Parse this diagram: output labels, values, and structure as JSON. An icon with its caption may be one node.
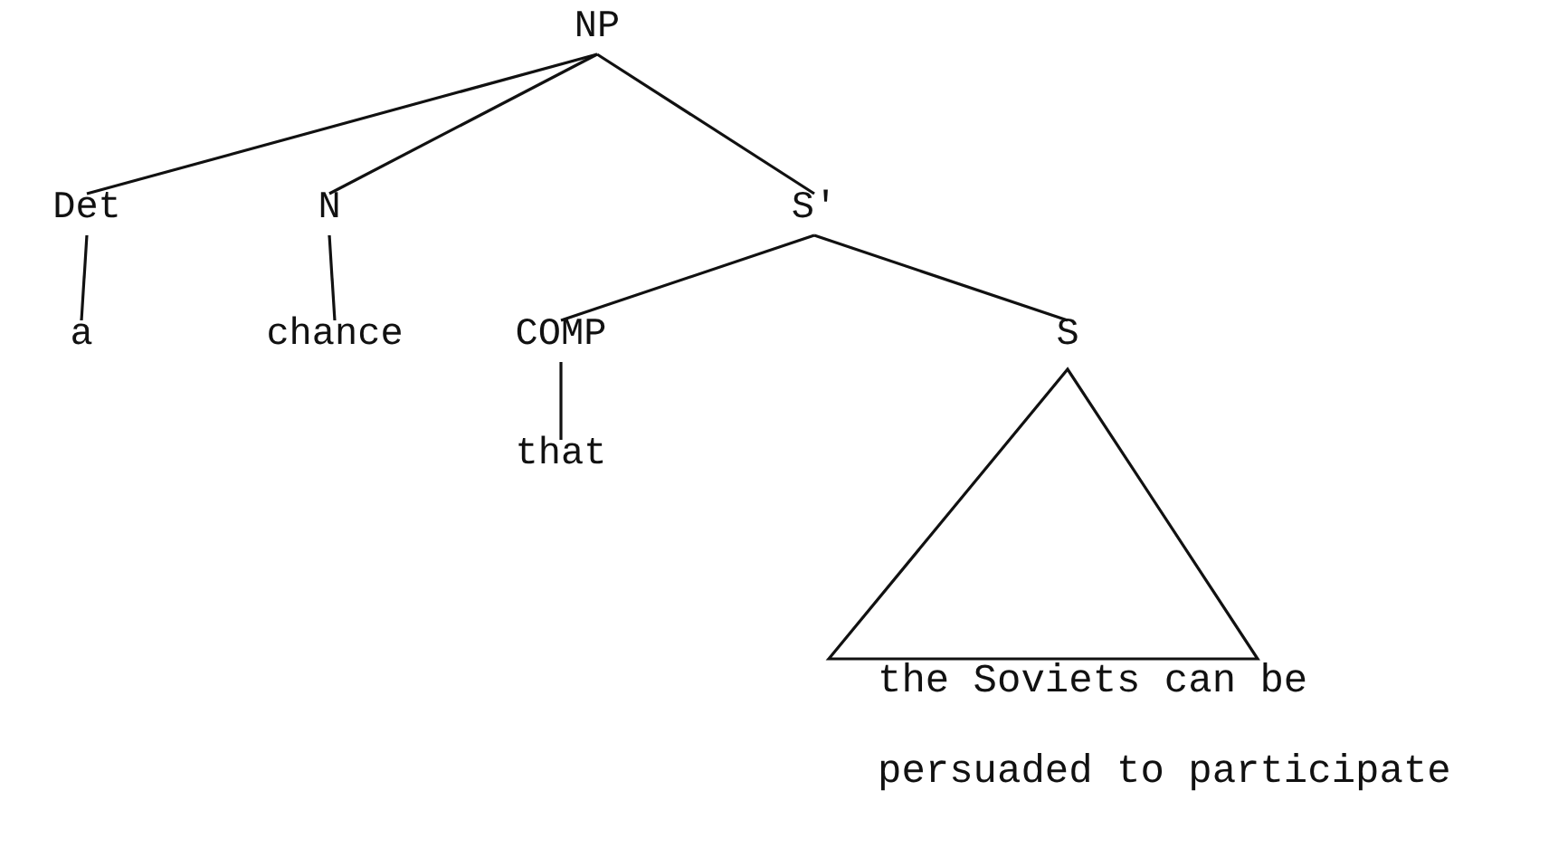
{
  "diagram": {
    "nodes": [
      {
        "text": [
          "NP"
        ]
      },
      {
        "text": [
          "Det"
        ]
      },
      {
        "text": [
          "N"
        ]
      },
      {
        "text": [
          "S'"
        ]
      },
      {
        "text": [
          "a"
        ]
      },
      {
        "text": [
          "chance"
        ]
      },
      {
        "text": [
          "COMP"
        ]
      },
      {
        "text": [
          "S"
        ]
      },
      {
        "text": [
          "that"
        ]
      },
      {
        "text": [
          "the Soviets can be persuaded to participate"
        ]
      }
    ],
    "edges": [
      {
        "from": 0,
        "to": 1,
        "arrow": "none"
      },
      {
        "from": 0,
        "to": 2,
        "arrow": "none"
      },
      {
        "from": 0,
        "to": 3,
        "arrow": "none"
      },
      {
        "from": 1,
        "to": 4,
        "arrow": "none"
      },
      {
        "from": 2,
        "to": 5,
        "arrow": "none"
      },
      {
        "from": 3,
        "to": 6,
        "arrow": "none"
      },
      {
        "from": 3,
        "to": 7,
        "arrow": "none"
      },
      {
        "from": 6,
        "to": 8,
        "arrow": "none"
      },
      {
        "from": 7,
        "to": 9,
        "arrow": "none"
      }
    ]
  }
}
